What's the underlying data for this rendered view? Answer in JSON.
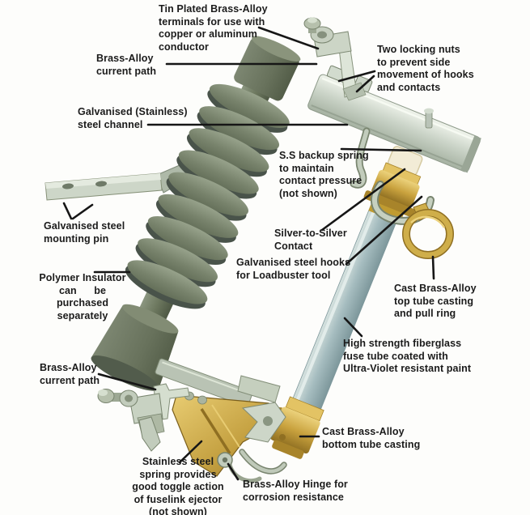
{
  "figure": {
    "description_labels_count": 15,
    "background_color": "#fdfdfb",
    "label_text_color": "#1b1b1b",
    "leader_line_color": "#161616"
  },
  "colors": {
    "insulator_gray": "#75806e",
    "insulator_shadow": "#49534a",
    "channel_silver": "#ccd5c9",
    "hardware_silver": "#b9c3b6",
    "brass": "#c9a23e",
    "brass_light": "#ecd27c",
    "brass_dark": "#8f6f22",
    "pull_ring_gold": "#cfae4a",
    "fuse_tube_gray": "#a5bcbf",
    "contact_white": "#f2ecd6"
  },
  "labels": {
    "tin_plated_terminals": {
      "text": "Tin Plated Brass-Alloy\nterminals for use with\ncopper or aluminum\nconductor"
    },
    "brass_alloy_current_path_top": {
      "text": "Brass-Alloy\ncurrent path"
    },
    "two_locking_nuts": {
      "text": "Two locking nuts\nto prevent side\nmovement of hooks\nand contacts"
    },
    "galvanised_steel_channel": {
      "text": "Galvanised (Stainless)\nsteel channel"
    },
    "ss_backup_spring": {
      "text": "S.S backup spring\nto maintain\ncontact pressure\n(not shown)"
    },
    "galvanised_mounting_pin": {
      "text": "Galvanised steel\nmounting pin"
    },
    "silver_to_silver_contact": {
      "text": "Silver-to-Silver\nContact"
    },
    "galvanised_steel_hooks": {
      "text": "Galvanised steel hooks\nfor Loadbuster tool"
    },
    "polymer_insulator": {
      "text": "Polymer Insulator\ncan      be\npurchased\nseparately"
    },
    "cast_top_tube_casting": {
      "text": "Cast Brass-Alloy\ntop tube casting\nand pull ring"
    },
    "fiberglass_fuse_tube": {
      "text": "High strength fiberglass\nfuse tube coated with\nUltra-Violet resistant paint"
    },
    "brass_alloy_current_path_bottom": {
      "text": "Brass-Alloy\ncurrent path"
    },
    "stainless_steel_spring": {
      "text": "Stainless steel\nspring provides\ngood toggle action\nof fuselink ejector\n(not shown)"
    },
    "brass_alloy_hinge": {
      "text": "Brass-Alloy Hinge for\ncorrosion resistance"
    },
    "cast_bottom_tube_casting": {
      "text": "Cast Brass-Alloy\nbottom tube casting"
    }
  }
}
